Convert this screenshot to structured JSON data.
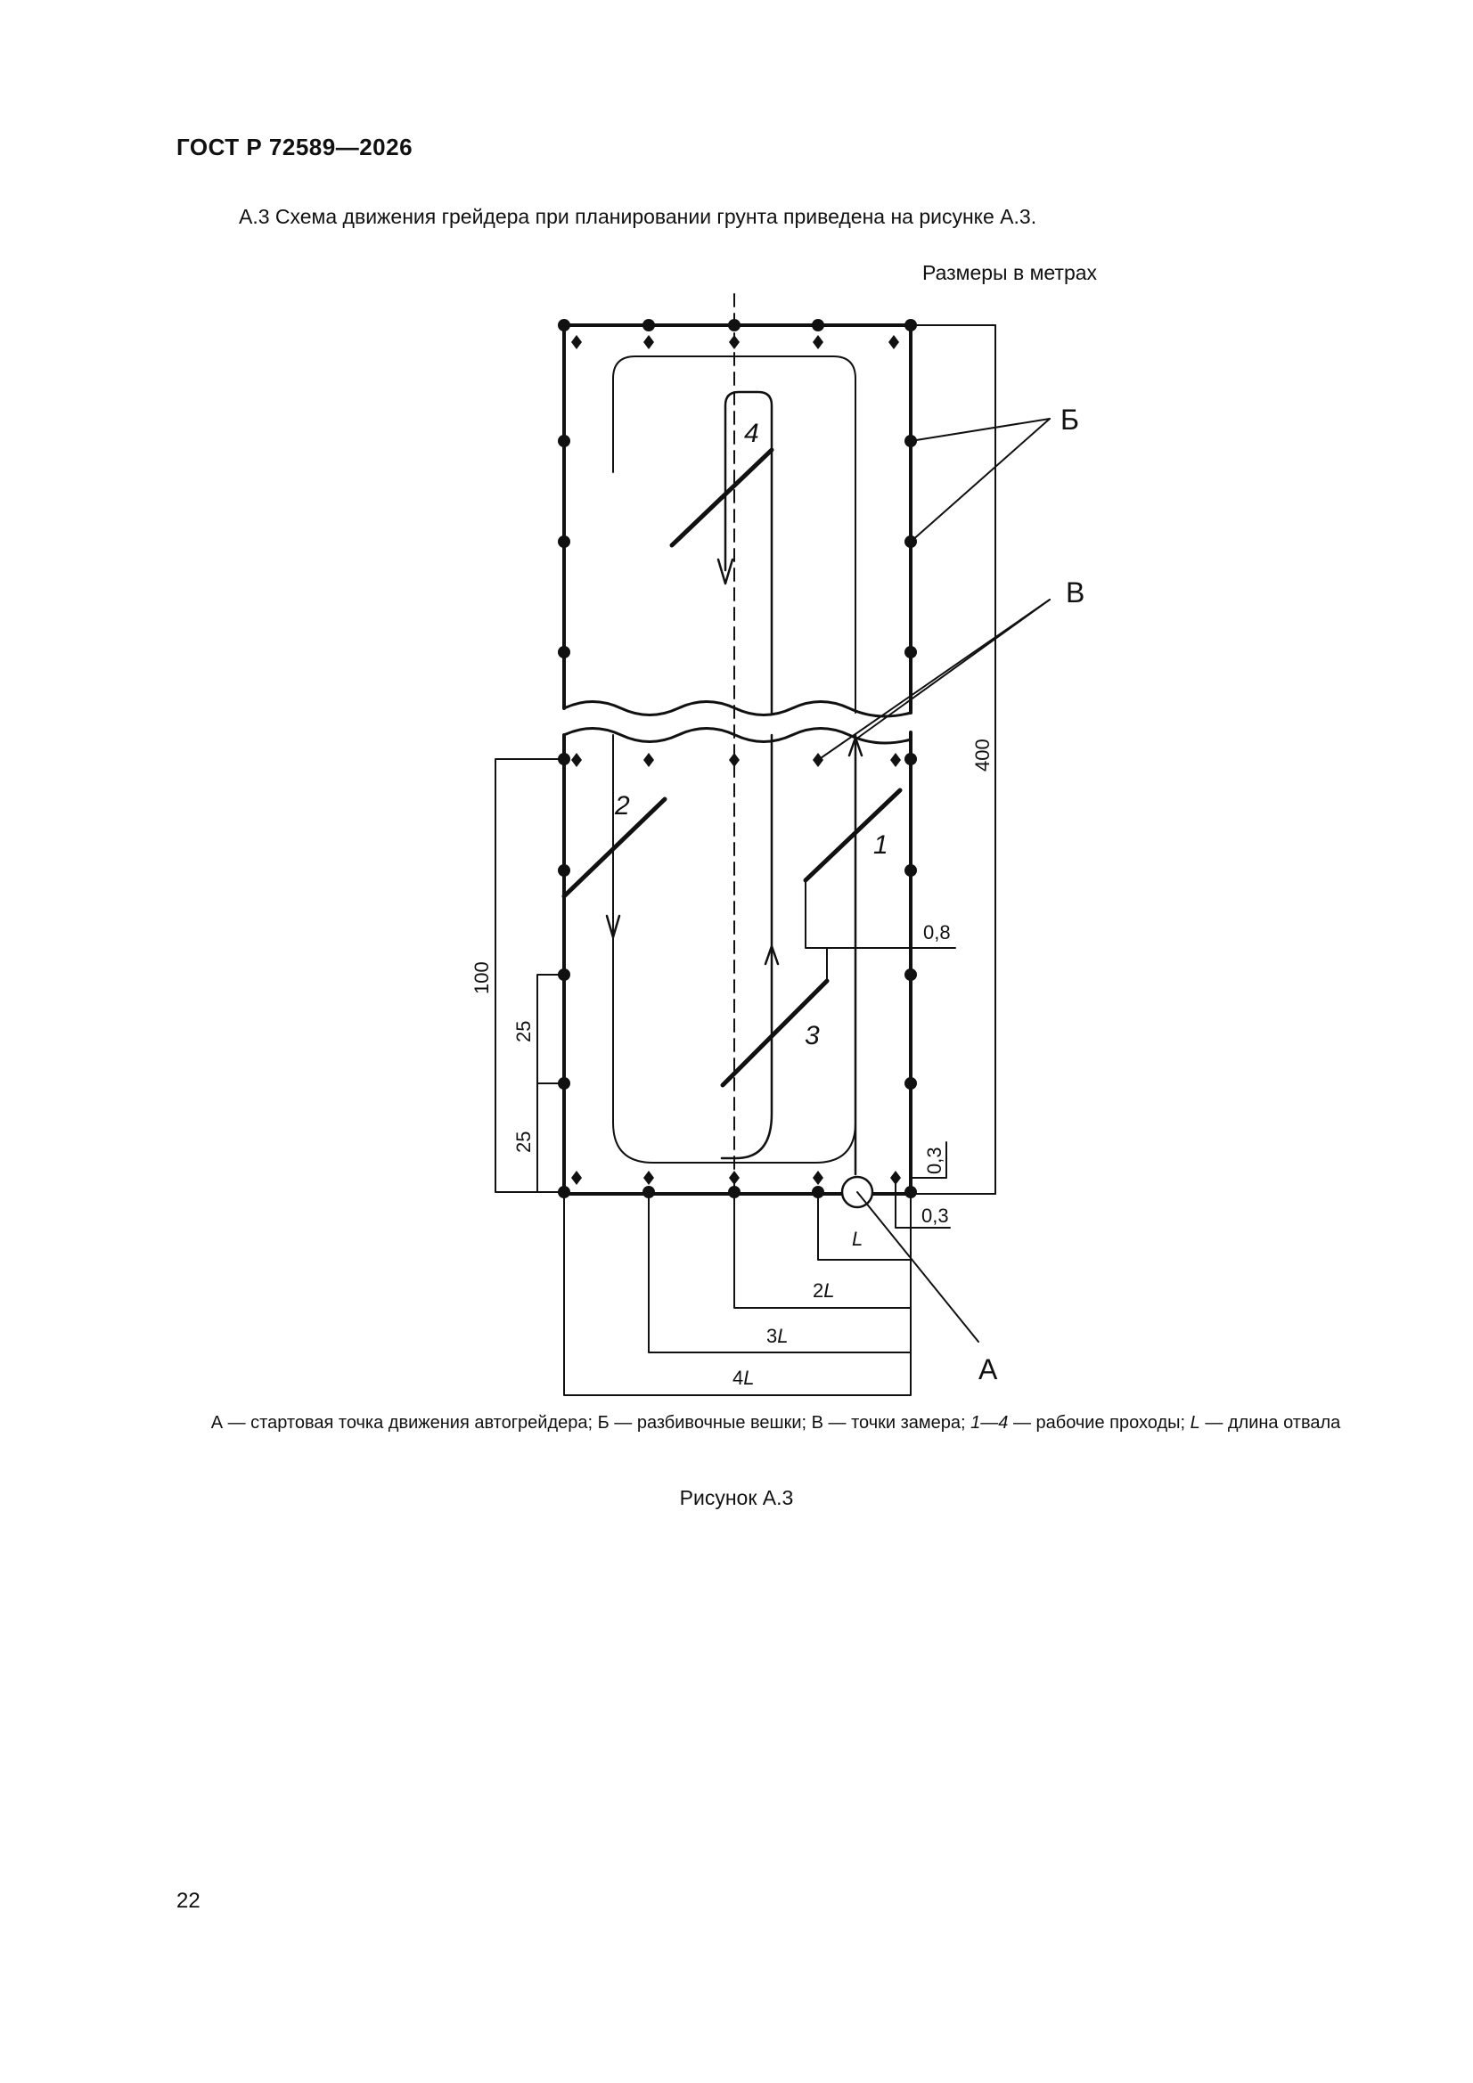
{
  "header": "ГОСТ Р 72589—2026",
  "intro": "А.3  Схема движения грейдера при планировании грунта приведена на рисунке А.3.",
  "units_note": "Размеры в метрах",
  "figure": {
    "labels": {
      "b": "Б",
      "v": "В",
      "a": "А",
      "pass1": "1",
      "pass2": "2",
      "pass3": "3",
      "pass4": "4",
      "dim400": "400",
      "dim100": "100",
      "dim25a": "25",
      "dim25b": "25",
      "dim08": "0,8",
      "dim03a": "0,3",
      "dim03b": "0,3",
      "dimL_num": "",
      "dimL_var": "L",
      "dim2L_num": "2",
      "dim2L_var": "L",
      "dim3L_num": "3",
      "dim3L_var": "L",
      "dim4L_num": "4",
      "dim4L_var": "L"
    }
  },
  "caption": {
    "a1": "А — стартовая точка движения автогрейдера; Б — разбивочные вешки; В — точки замера; ",
    "italic_passes": "1—4",
    "a2": " — рабочие проходы; ",
    "italic_L": "L",
    "a3": " — длина отвала"
  },
  "figure_title": "Рисунок А.3",
  "page_number": "22"
}
